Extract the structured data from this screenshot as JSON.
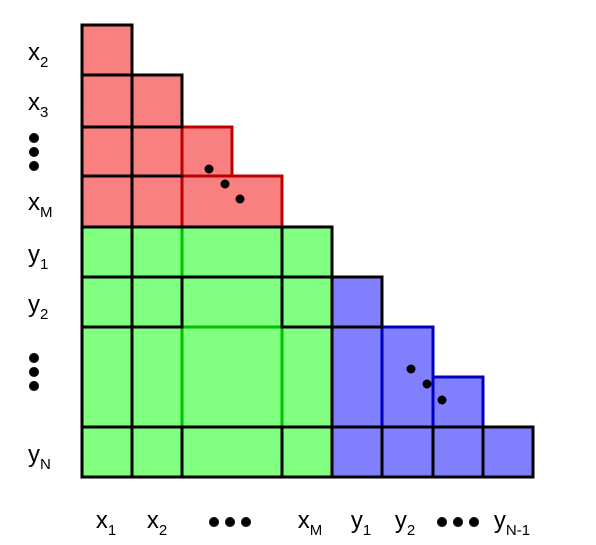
{
  "colors": {
    "x_block": "#f88080",
    "x_border": "#c00000",
    "xy_block": "#80ff80",
    "xy_border": "#00c000",
    "y_block": "#8080ff",
    "y_border": "#0000c0",
    "grid": "#000000"
  },
  "row_labels": [
    {
      "base": "x",
      "sub": "2"
    },
    {
      "base": "x",
      "sub": "3"
    },
    {
      "base": "",
      "sub": "",
      "ellipsis": "vertical"
    },
    {
      "base": "x",
      "sub": "M"
    },
    {
      "base": "y",
      "sub": "1"
    },
    {
      "base": "y",
      "sub": "2"
    },
    {
      "base": "",
      "sub": "",
      "ellipsis": "vertical"
    },
    {
      "base": "y",
      "sub": "N"
    }
  ],
  "col_labels": [
    {
      "base": "x",
      "sub": "1"
    },
    {
      "base": "x",
      "sub": "2"
    },
    {
      "base": "",
      "sub": "",
      "ellipsis": "horizontal"
    },
    {
      "base": "x",
      "sub": "M"
    },
    {
      "base": "y",
      "sub": "1"
    },
    {
      "base": "y",
      "sub": "2"
    },
    {
      "base": "",
      "sub": "",
      "ellipsis": "horizontal"
    },
    {
      "base": "y",
      "sub": "N-1"
    }
  ]
}
